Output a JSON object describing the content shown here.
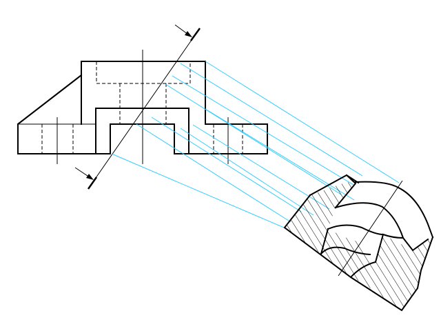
{
  "drawing": {
    "type": "engineering-drawing",
    "views": [
      "front-view",
      "auxiliary-section-view"
    ],
    "colors": {
      "outline": "#000000",
      "projection_lines": "#33ccff",
      "background": "#ffffff"
    },
    "projection_line_count": 10
  }
}
